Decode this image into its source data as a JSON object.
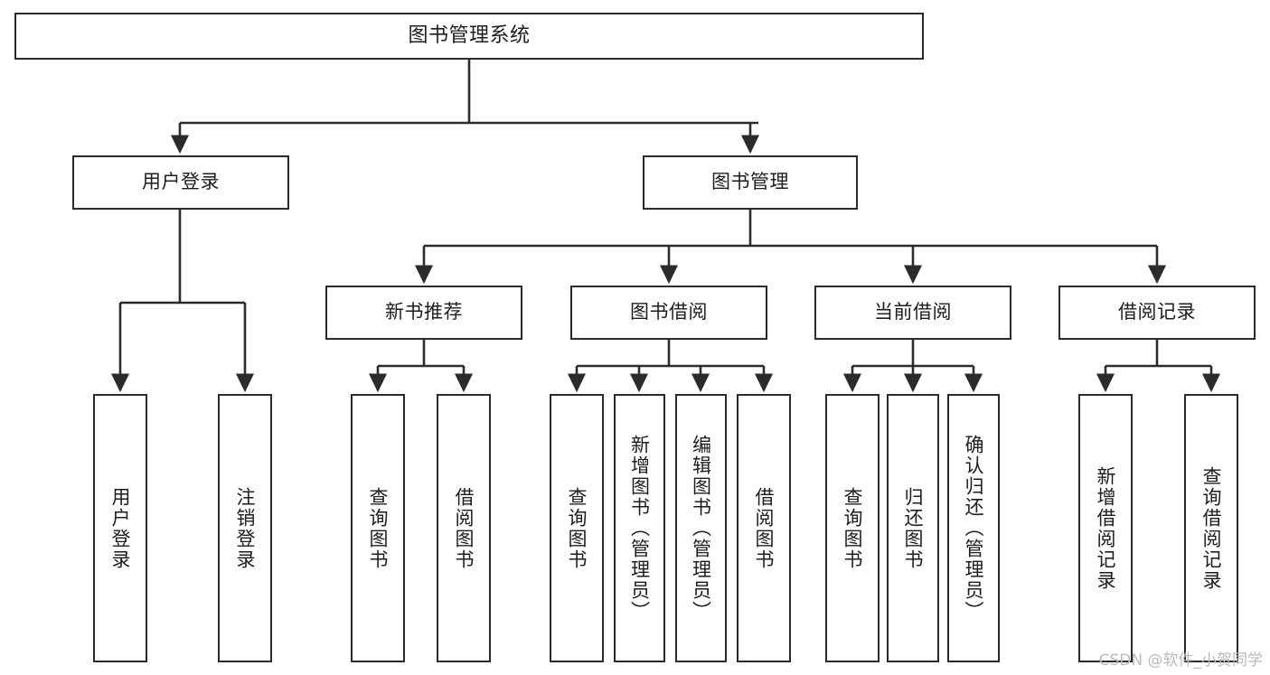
{
  "diagram": {
    "title": "图书管理系统",
    "type": "tree-hierarchy-chart",
    "root": {
      "label": "图书管理系统"
    },
    "level2": [
      {
        "label": "用户登录"
      },
      {
        "label": "图书管理"
      }
    ],
    "level3": [
      {
        "label": "新书推荐"
      },
      {
        "label": "图书借阅"
      },
      {
        "label": "当前借阅"
      },
      {
        "label": "借阅记录"
      }
    ],
    "leaves": {
      "user_login": [
        {
          "label": "用户登录"
        },
        {
          "label": "注销登录"
        }
      ],
      "new_book_recommend": [
        {
          "label": "查询图书"
        },
        {
          "label": "借阅图书"
        }
      ],
      "book_borrow": [
        {
          "label": "查询图书"
        },
        {
          "label": "新增图书（管理员）"
        },
        {
          "label": "编辑图书（管理员）"
        },
        {
          "label": "借阅图书"
        }
      ],
      "current_borrow": [
        {
          "label": "查询图书"
        },
        {
          "label": "归还图书"
        },
        {
          "label": "确认归还（管理员）"
        }
      ],
      "borrow_record": [
        {
          "label": "新增借阅记录"
        },
        {
          "label": "查询借阅记录"
        }
      ]
    },
    "colors": {
      "stroke": "#2b2b2b",
      "fill": "#ffffff",
      "text": "#1d1d1d",
      "watermark": "#b9b9b9"
    }
  },
  "watermark": {
    "text": "CSDN @软件_小贺同学"
  }
}
